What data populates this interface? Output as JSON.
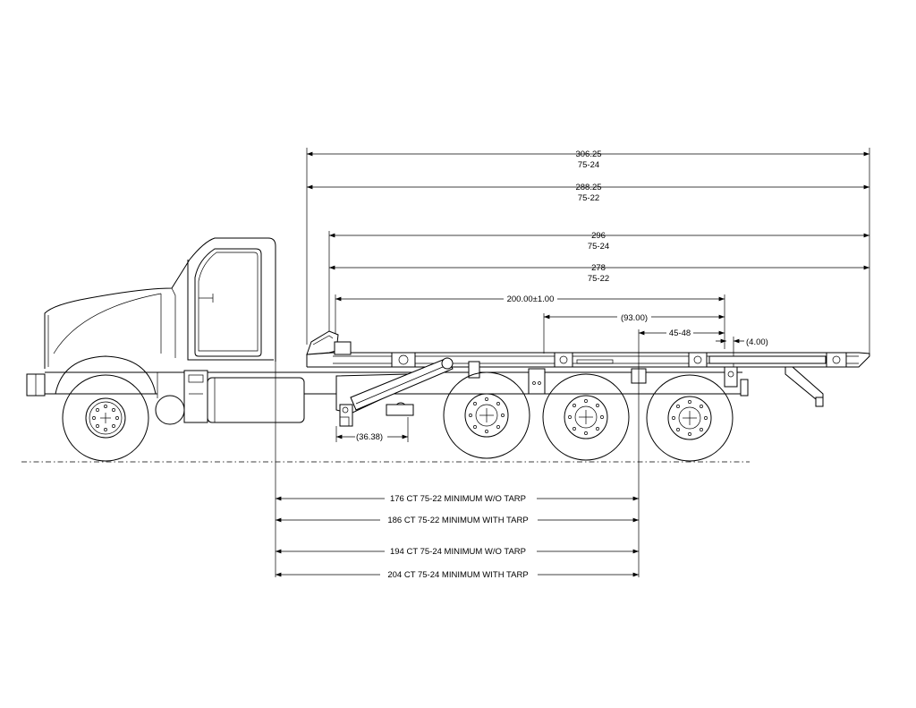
{
  "overall_dims": [
    {
      "value": "306.25",
      "model": "75-24"
    },
    {
      "value": "288.25",
      "model": "75-22"
    }
  ],
  "body_dims": [
    {
      "value": "296",
      "model": "75-24"
    },
    {
      "value": "278",
      "model": "75-22"
    }
  ],
  "detail_dims": {
    "rail": "200.00±1.00",
    "pivot": "(93.00)",
    "tandem": "45-48",
    "overhang": "(4.00)",
    "hook_offset": "(36.38)"
  },
  "ct_dims": [
    "176 CT 75-22 MINIMUM W/O TARP",
    "186 CT 75-22 MINIMUM WITH TARP",
    "194 CT 75-24 MINIMUM W/O TARP",
    "204 CT 75-24 MINIMUM WITH TARP"
  ]
}
